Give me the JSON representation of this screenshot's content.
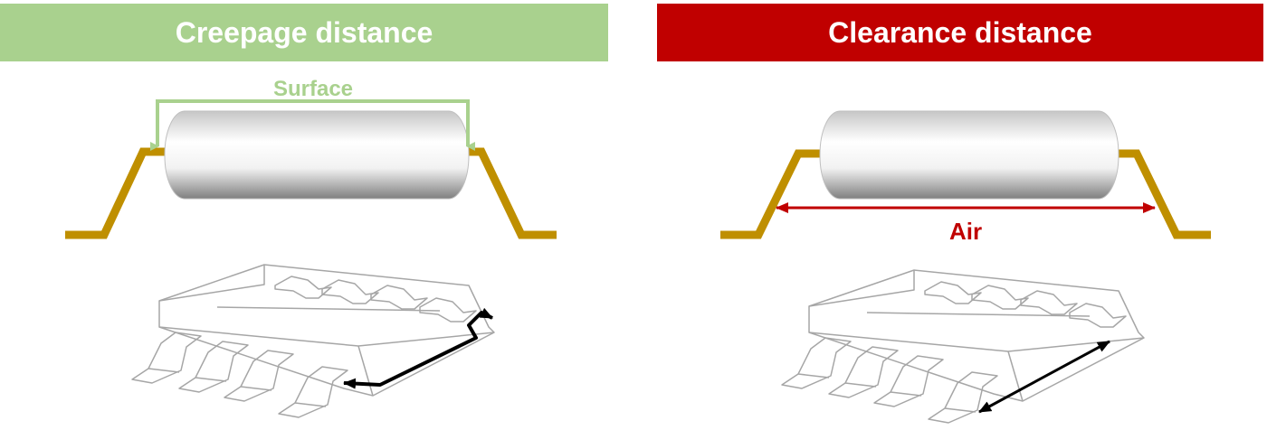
{
  "panels": {
    "creepage": {
      "title": "Creepage distance",
      "path_label": "Surface"
    },
    "clearance": {
      "title": "Clearance distance",
      "path_label": "Air"
    }
  },
  "colors": {
    "creepage": "#a9d18e",
    "clearance": "#c00000",
    "lead": "#bf8f00",
    "outline": "#a6a6a6",
    "path_arrow": "#000000"
  }
}
